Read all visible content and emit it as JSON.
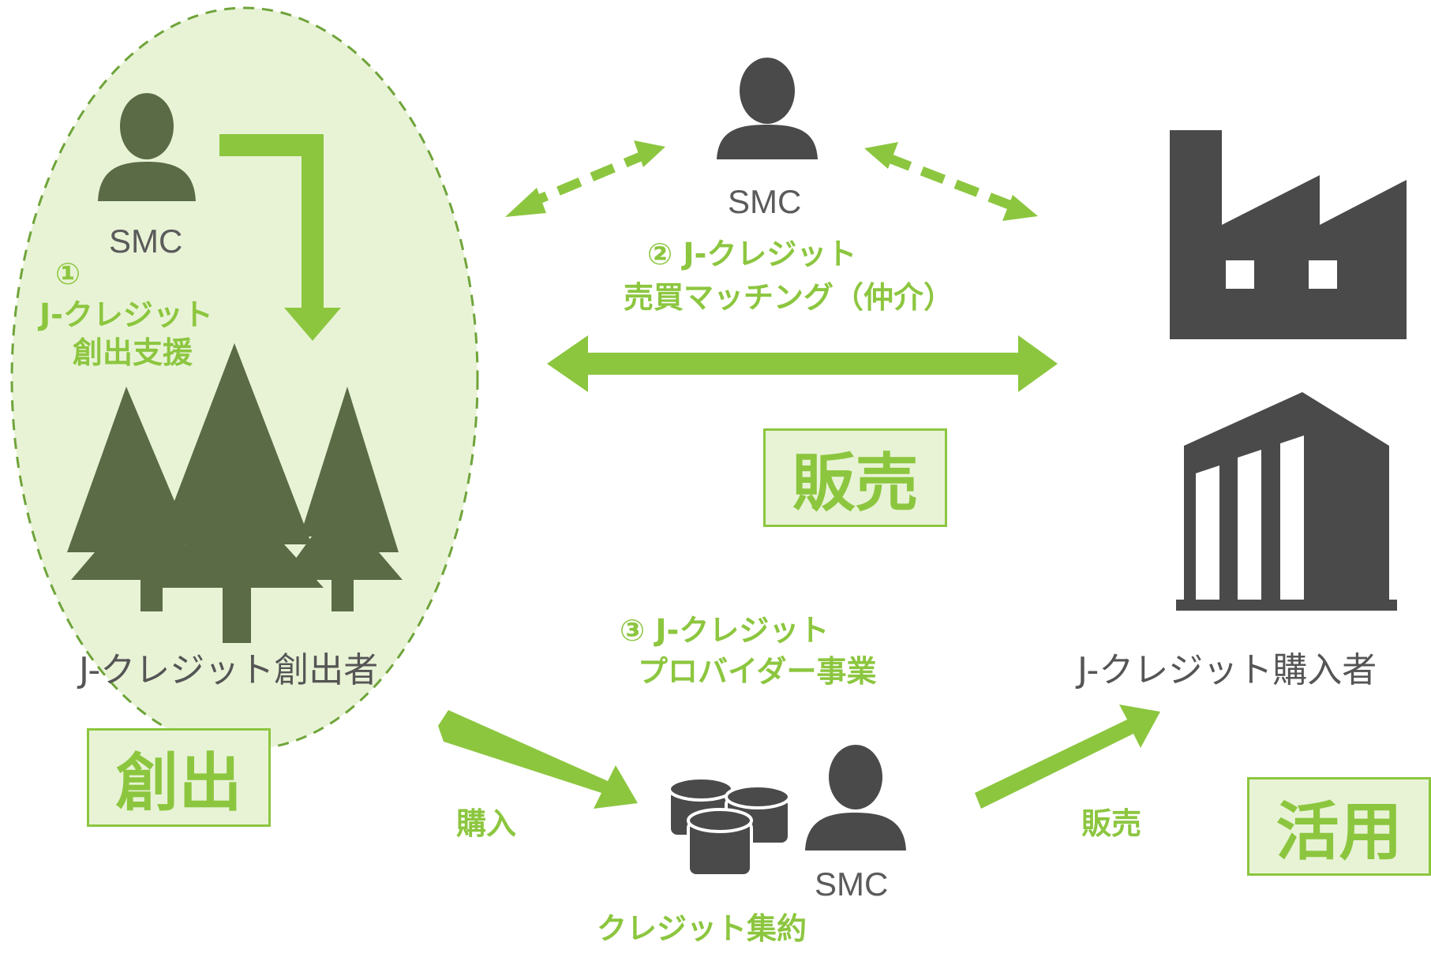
{
  "colors": {
    "accent": "#8cc63f",
    "icon": "#5a6b45",
    "icon_dark": "#4a4a4a",
    "fill": "#e8f3d6"
  },
  "creation_area": {
    "smc_label": "SMC",
    "step_number": "①",
    "step_line1": "J-クレジット",
    "step_line2": "創出支援",
    "role_label": "J-クレジット創出者",
    "box_label": "創出"
  },
  "matching": {
    "smc_label": "SMC",
    "step_line1": "② J-クレジット",
    "step_line2": "売買マッチング（仲介）",
    "box_label": "販売"
  },
  "buyer_area": {
    "role_label": "J-クレジット購入者",
    "box_label": "活用"
  },
  "provider": {
    "step_line1": "③ J-クレジット",
    "step_line2": "プロバイダー事業",
    "smc_label": "SMC",
    "aggregate_label": "クレジット集約",
    "purchase_label": "購入",
    "sale_label": "販売"
  }
}
